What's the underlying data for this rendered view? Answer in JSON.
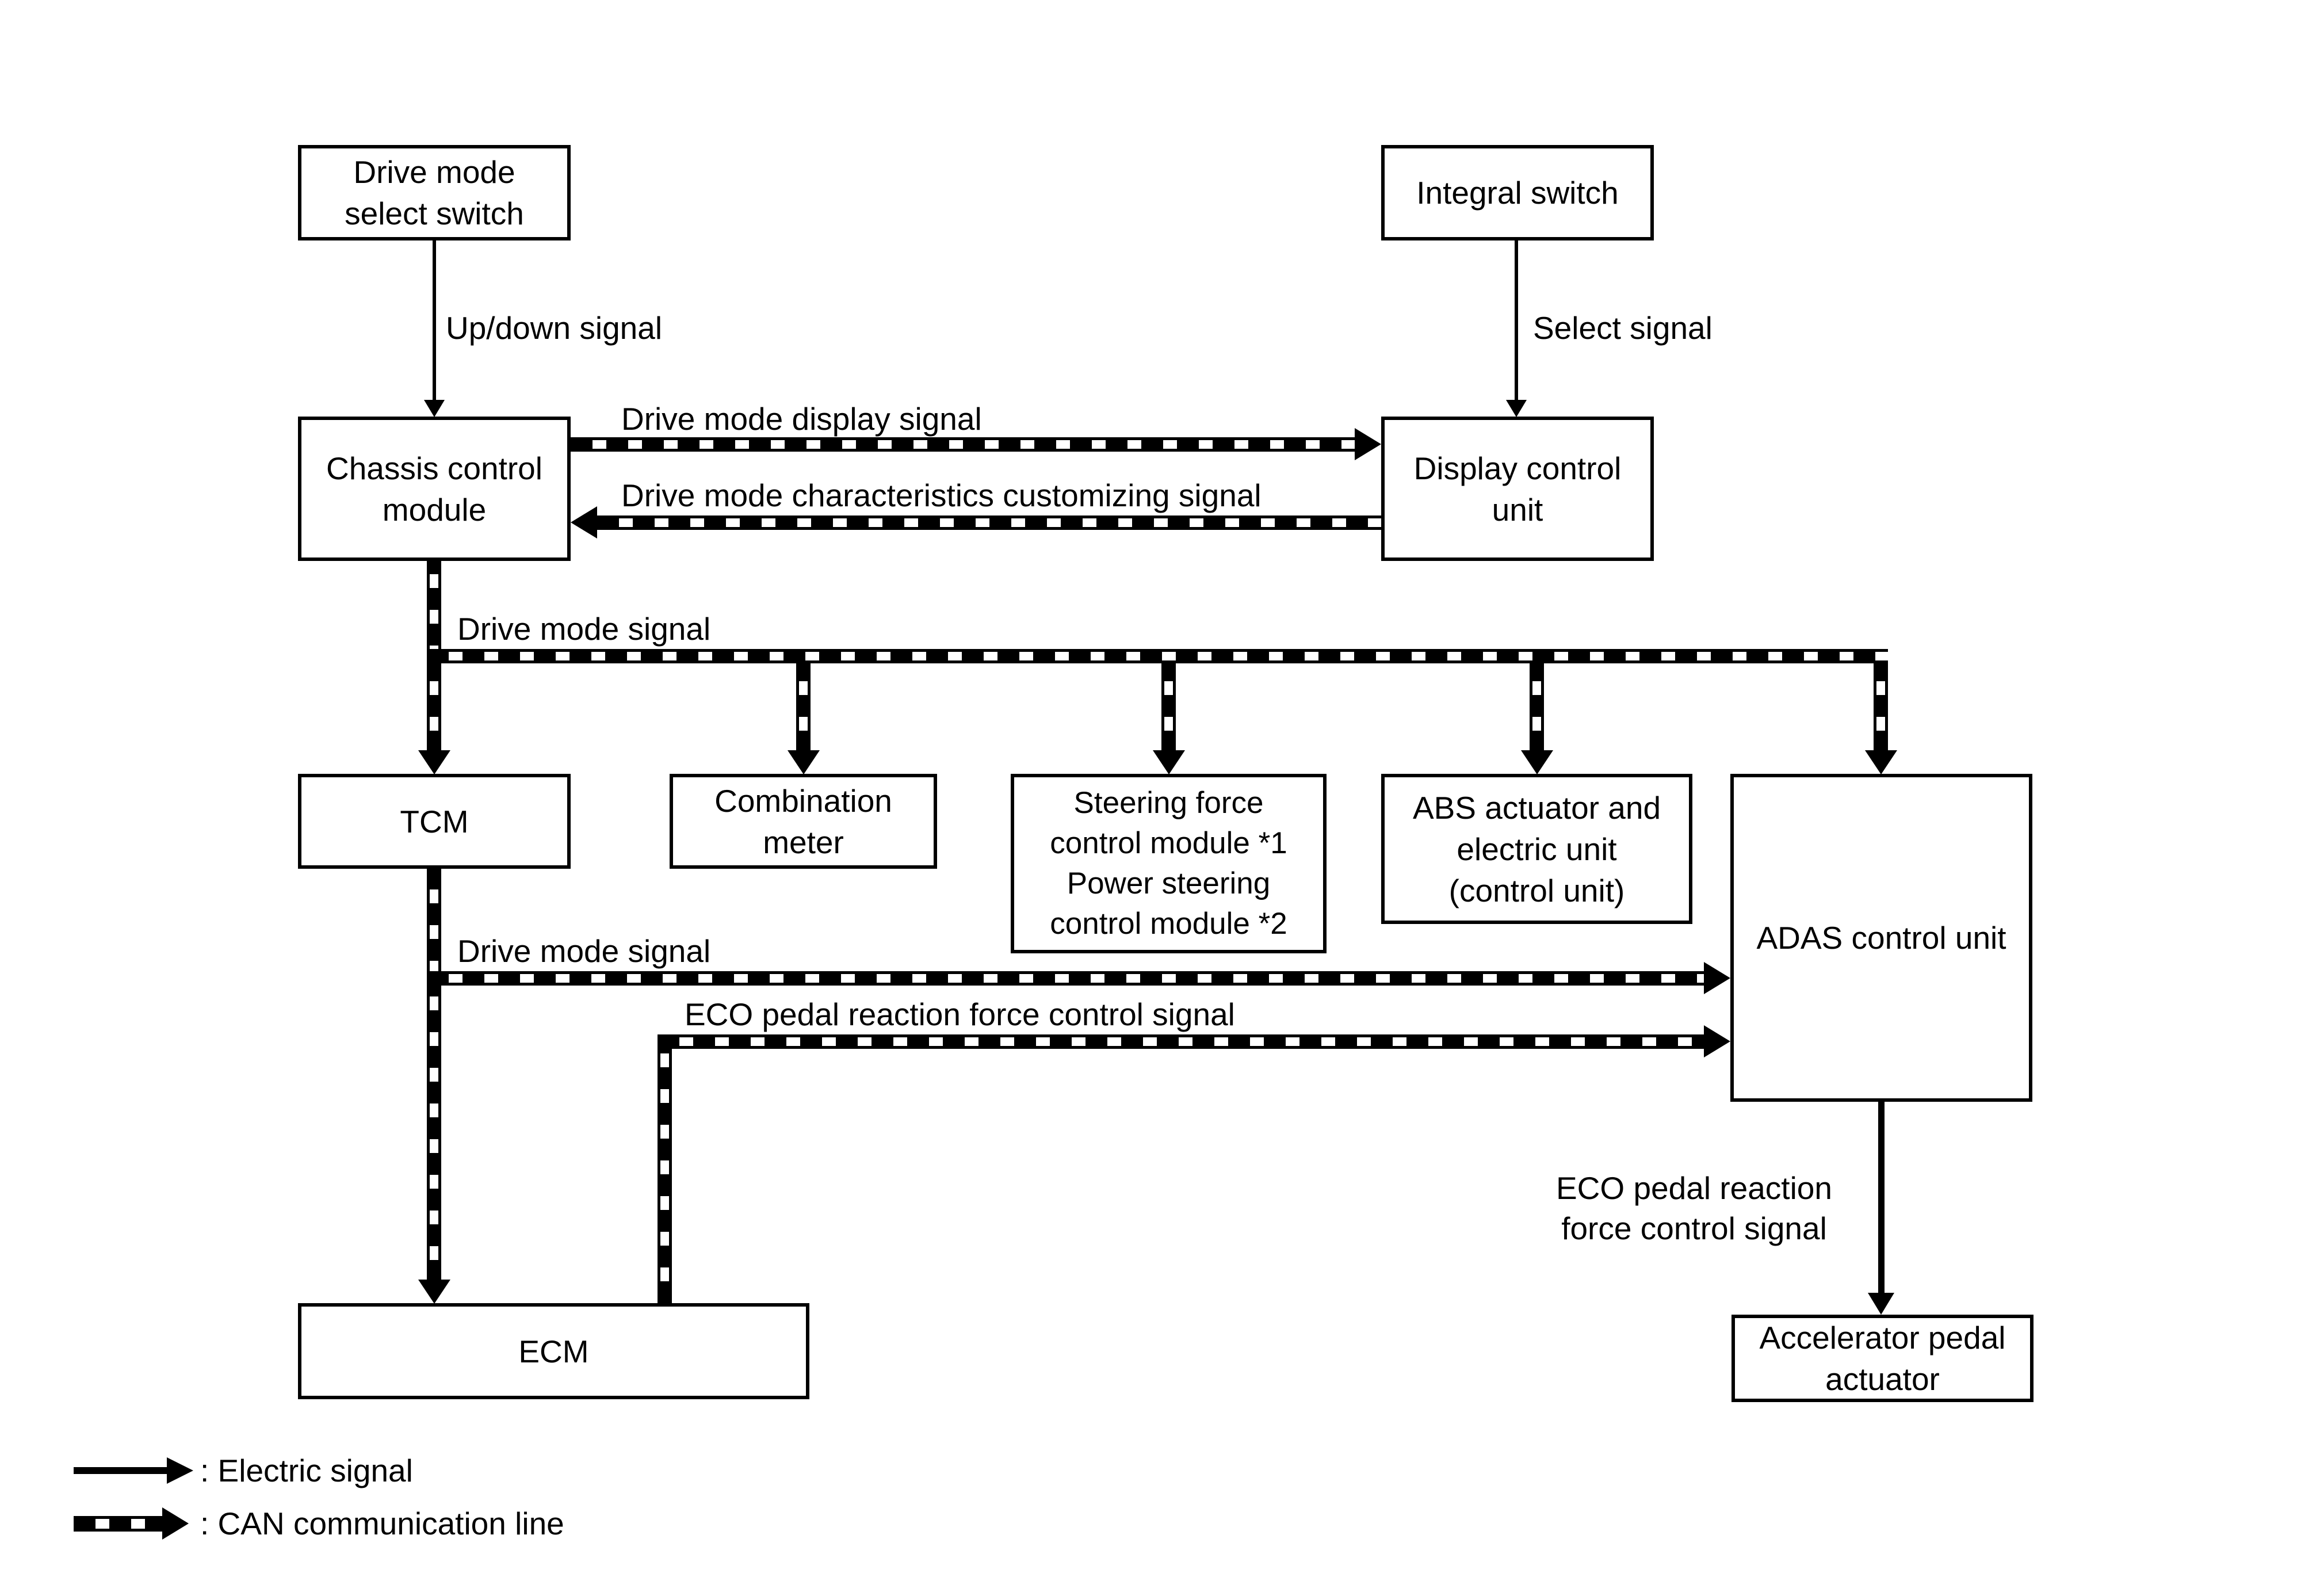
{
  "boxes": {
    "drive_mode_select_switch": "Drive mode\nselect switch",
    "integral_switch": "Integral switch",
    "chassis_control_module": "Chassis control\nmodule",
    "display_control_unit": "Display control\nunit",
    "tcm": "TCM",
    "combination_meter": "Combination\nmeter",
    "steering_force": "Steering force\ncontrol module *1\nPower steering\ncontrol module *2",
    "abs_actuator": "ABS actuator and\nelectric unit\n(control unit)",
    "adas_control_unit": "ADAS control unit",
    "ecm": "ECM",
    "accelerator_pedal_actuator": "Accelerator pedal\nactuator"
  },
  "signal_labels": {
    "up_down": "Up/down signal",
    "select": "Select signal",
    "drive_mode_display": "Drive mode display signal",
    "drive_mode_customizing": "Drive mode characteristics customizing signal",
    "drive_mode_1": "Drive mode signal",
    "drive_mode_2": "Drive mode signal",
    "eco_pedal_left": "ECO pedal reaction force control signal",
    "eco_pedal_right": "ECO pedal reaction\nforce control signal"
  },
  "legend": {
    "electric": ": Electric signal",
    "can": ": CAN communication line"
  },
  "colors": {
    "ink": "#000000",
    "background": "#ffffff"
  }
}
